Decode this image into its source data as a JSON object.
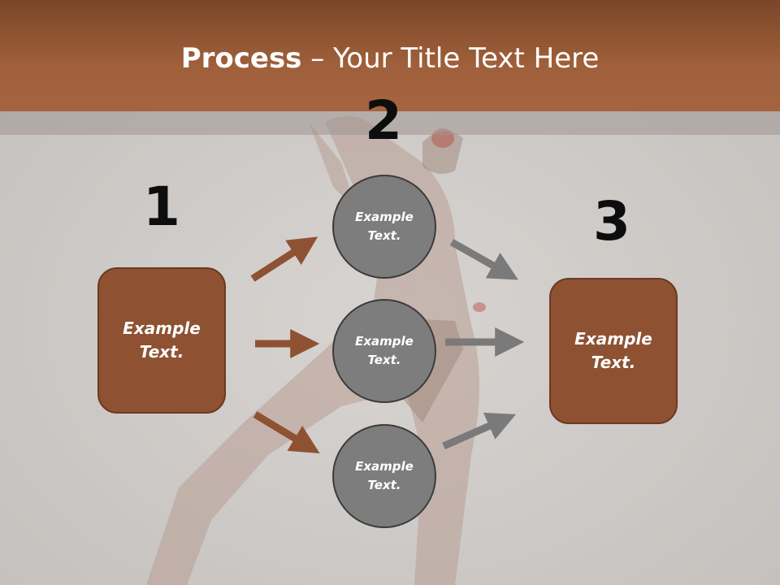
{
  "slide": {
    "title_bold": "Process",
    "title_rest": " – Your Title Text Here"
  },
  "steps": {
    "one": "1",
    "two": "2",
    "three": "3"
  },
  "boxes": {
    "left": "Example\nText.",
    "right": "Example\nText."
  },
  "circles": [
    "Example\nText.",
    "Example\nText.",
    "Example\nText."
  ],
  "colors": {
    "header": "#a0603b",
    "box_fill": "#8e5233",
    "circle_fill": "#7d7d7d",
    "arrow_brown": "#8e5233",
    "arrow_gray": "#7a7a7a"
  }
}
